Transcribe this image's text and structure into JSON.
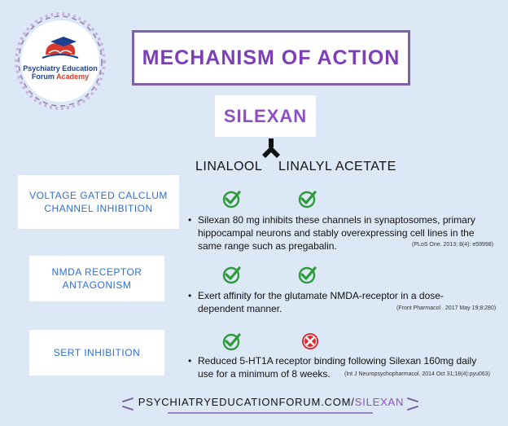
{
  "logo": {
    "line1": "Psychiatry Education",
    "line2_a": "Forum",
    "line2_b": "Academy",
    "icon": "brain-graduation-cap-icon"
  },
  "title": "MECHANISM OF ACTION",
  "subtitle": "SILEXAN",
  "columns": [
    "LINALOOL",
    "LINALYL ACETATE"
  ],
  "rows": [
    {
      "label_lines": [
        "VOLTAGE GATED CALCLUM",
        "CHANNEL INHIBITION"
      ],
      "linalool": "check",
      "linalyl": "check",
      "bullet": "Silexan 80 mg inhibits these channels in synaptosomes, primary hippocampal neurons and stably overexpressing cell lines in the same range such as pregabalin.",
      "citation": "(PLoS One. 2013; 8(4): e59998)"
    },
    {
      "label_lines": [
        "NMDA RECEPTOR",
        "ANTAGONISM"
      ],
      "linalool": "check",
      "linalyl": "check",
      "bullet": "Exert affinity for the glutamate NMDA-receptor in a dose-dependent manner.",
      "citation": "(Front Pharmacol . 2017 May 19;8:280)"
    },
    {
      "label_lines": [
        "SERT INHIBITION"
      ],
      "linalool": "check",
      "linalyl": "cross",
      "bullet": "Reduced 5-HT1A receptor binding following Silexan 160mg daily use for a minimum of 8 weeks.",
      "citation": "(Int J Neuropsychopharmacol. 2014 Oct 31;18(4):pyu063)"
    }
  ],
  "footer": {
    "url_a": "PSYCHIATRYEDUCATIONFORUM.COM/",
    "url_b": "SILEXAN"
  },
  "colors": {
    "background": "#dde8f6",
    "title": "#7d3fb5",
    "label": "#2f6fd0",
    "check": "#2e9a3c",
    "cross": "#e0242c"
  }
}
